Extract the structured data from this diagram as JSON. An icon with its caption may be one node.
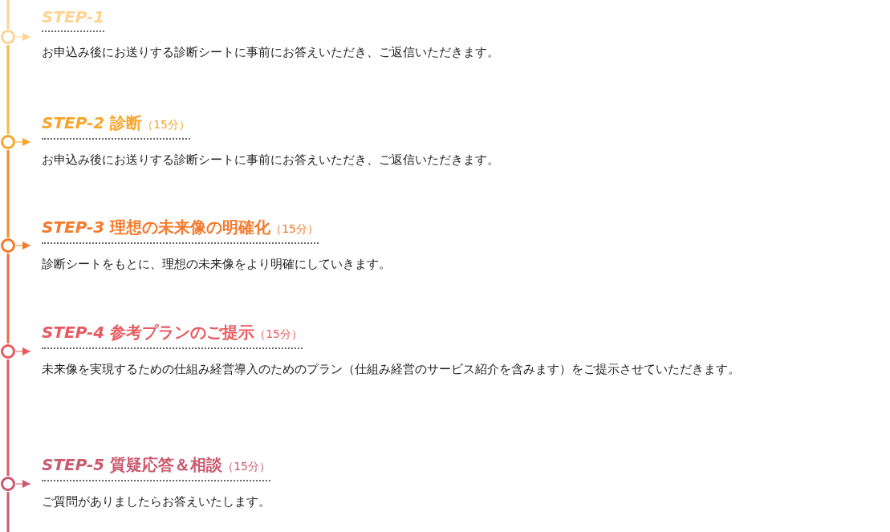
{
  "diagram": {
    "nodes": [
      {
        "text": [],
        "shape": "circle"
      },
      {
        "text": [
          "STEP-1",
          "お申込み後にお送りする診断シートに事前にお答えいただき、ご返信いただきます。"
        ]
      },
      {
        "text": [],
        "shape": "circle"
      },
      {
        "text": [
          "*STEP-2* 診断（15分）",
          "お申込み後にお送りする診断シートに事前にお答えいただき、ご返信いただきます。"
        ]
      },
      {
        "text": [],
        "shape": "circle"
      },
      {
        "text": [
          "*STEP-3* 理想の未来像の明確化（15分）",
          "診断シートをもとに、理想の未来像をより明確にしていきます。"
        ]
      },
      {
        "text": [],
        "shape": "circle"
      },
      {
        "text": [
          "*STEP-4* 参考プランのご提示（15分）",
          "未来像を実現するための仕組み経営導入のためのプラン（仕組み経営のサービス紹介を含みます）をご提示させていただきます。"
        ]
      },
      {
        "text": [],
        "shape": "circle"
      },
      {
        "text": [
          "*STEP-5* 質疑応答＆相談（15分）",
          "ご質問がありましたらお答えいたします。"
        ]
      }
    ],
    "edges": [
      {
        "from": null,
        "to": 0,
        "arrow": "none",
        "color": "#fdd391"
      },
      {
        "from": 0,
        "to": 2,
        "arrow": "none",
        "color": "#fbb84a"
      },
      {
        "from": 2,
        "to": 4,
        "arrow": "none",
        "color": "#f7892e"
      },
      {
        "from": 4,
        "to": 6,
        "arrow": "none",
        "color": "#ee6a4c"
      },
      {
        "from": 6,
        "to": 8,
        "arrow": "none",
        "color": "#e05a66"
      },
      {
        "from": 8,
        "to": null,
        "arrow": "none",
        "color": "#c95a70"
      },
      {
        "from": 0,
        "to": 1,
        "arrow": "to",
        "color": "#fdd391"
      },
      {
        "from": 2,
        "to": 3,
        "arrow": "to",
        "color": "#f8a52a"
      },
      {
        "from": 4,
        "to": 5,
        "arrow": "to",
        "color": "#f47a2c"
      },
      {
        "from": 6,
        "to": 7,
        "arrow": "to",
        "color": "#e85a5f"
      },
      {
        "from": 8,
        "to": 9,
        "arrow": "to",
        "color": "#c95a70"
      }
    ]
  }
}
